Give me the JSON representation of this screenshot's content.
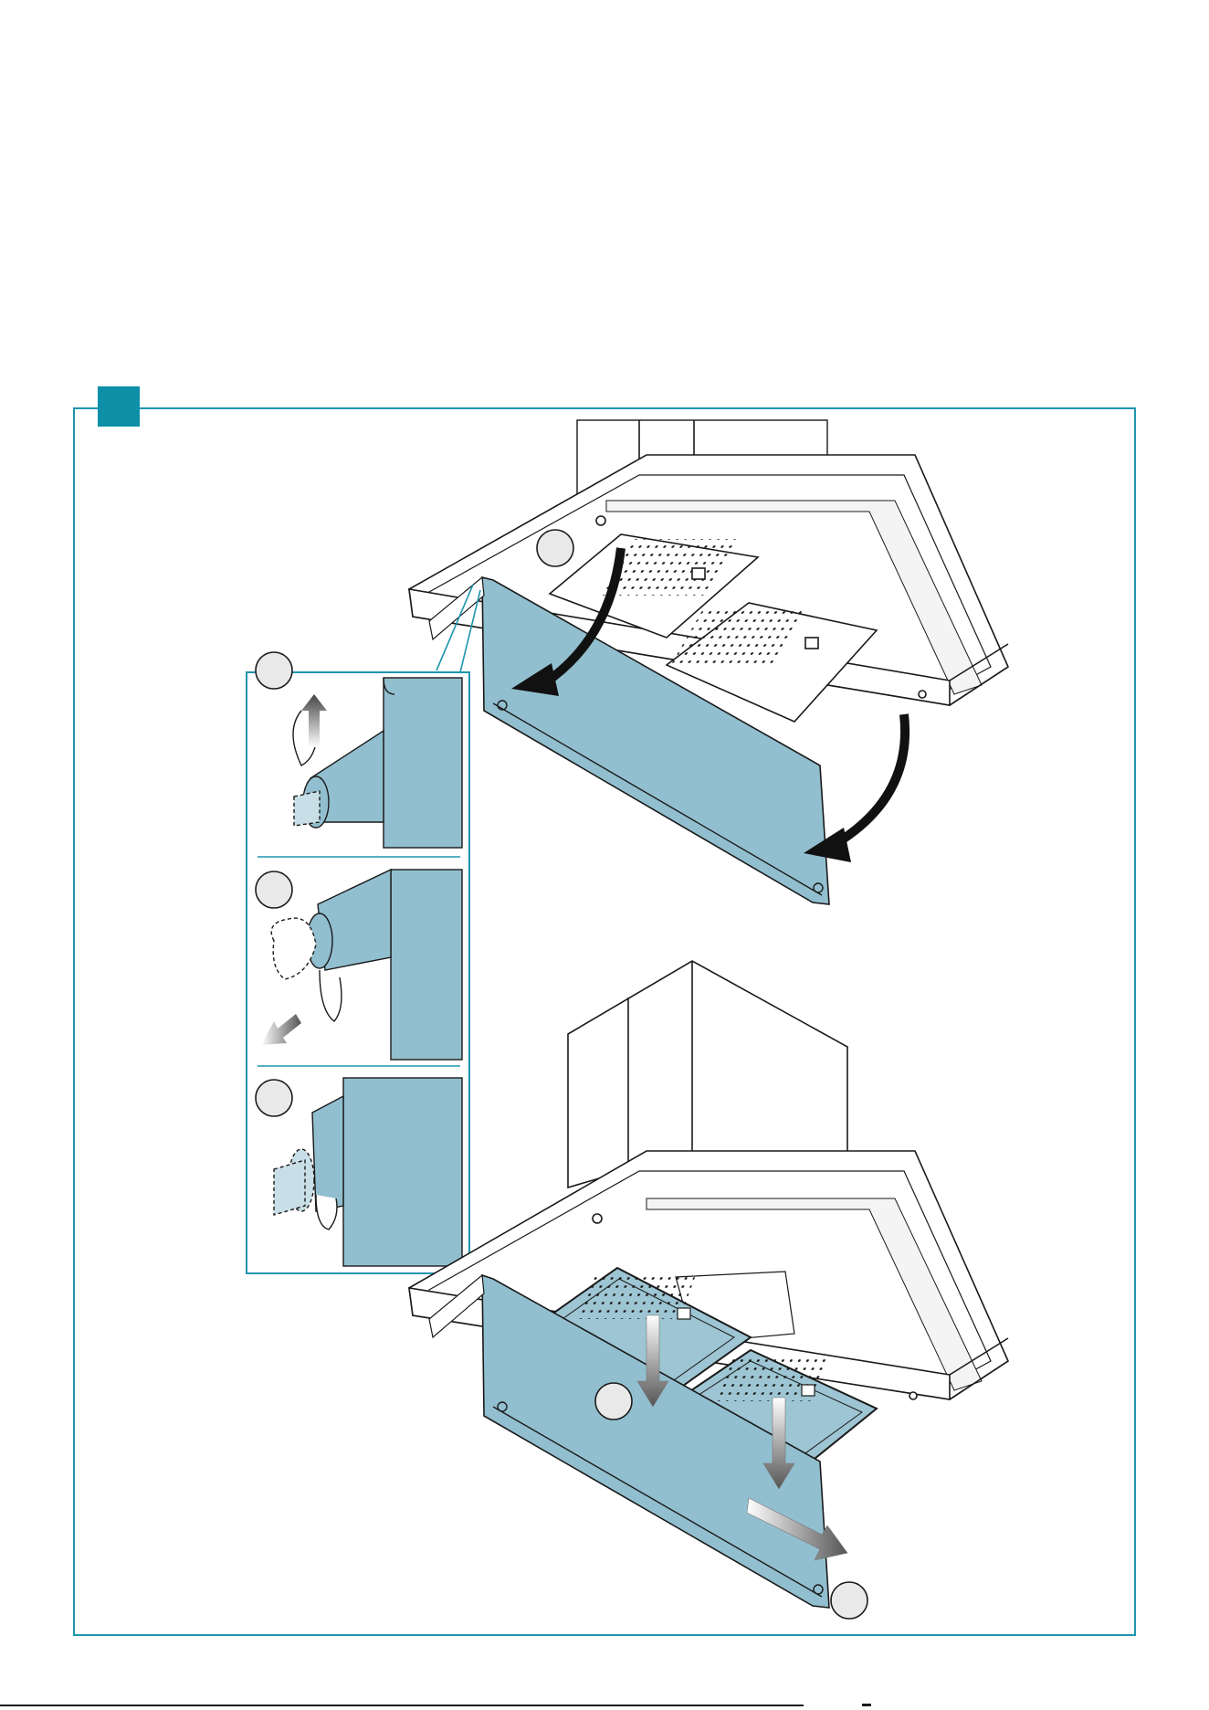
{
  "figure": {
    "step_badge_text": "",
    "callouts": [
      {
        "id": "step-1",
        "label": ""
      },
      {
        "id": "detail-1",
        "label": ""
      },
      {
        "id": "detail-2",
        "label": ""
      },
      {
        "id": "detail-3",
        "label": ""
      },
      {
        "id": "step-2",
        "label": ""
      },
      {
        "id": "step-3",
        "label": ""
      }
    ]
  },
  "colors": {
    "frame": "#1f95ad",
    "badge": "#0e8fa8",
    "panel": "#92bfcf",
    "panel_light": "#c9dfe7",
    "filter": "#9dc5d3",
    "line": "#1a1a1a",
    "arrow": "#111111"
  },
  "icons": {
    "rotate_arrow": "curved-arrow-icon",
    "lift_arrow": "up-arrow-icon",
    "slide_arrow": "down-left-arrow-icon",
    "insert_arrow": "down-arrow-icon",
    "push_arrow": "right-arrow-icon"
  }
}
